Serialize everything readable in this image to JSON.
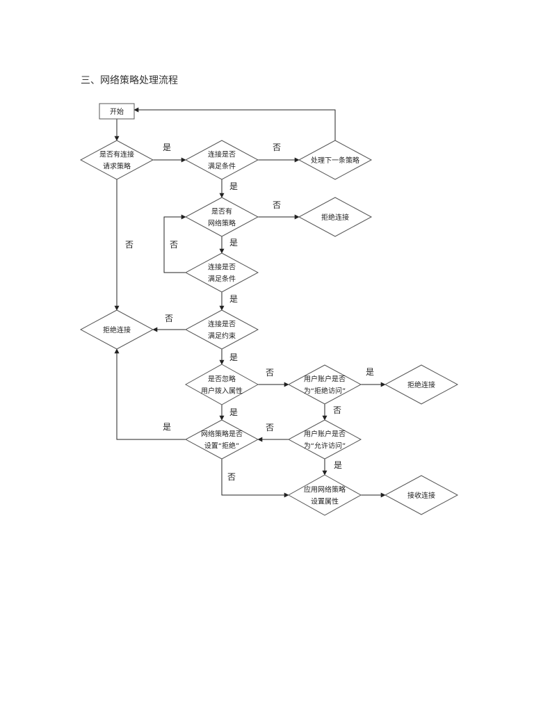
{
  "heading": "三、网络策略处理流程",
  "nodes": {
    "start": {
      "lines": [
        "开始"
      ]
    },
    "has_policy": {
      "lines": [
        "是否有连接",
        "请求策略"
      ]
    },
    "cond1": {
      "lines": [
        "连接是否",
        "满足条件"
      ]
    },
    "next_policy": {
      "lines": [
        "处理下一条策略"
      ]
    },
    "has_net": {
      "lines": [
        "是否有",
        "网络策略"
      ]
    },
    "reject1": {
      "lines": [
        "拒绝连接"
      ]
    },
    "cond2": {
      "lines": [
        "连接是否",
        "满足条件"
      ]
    },
    "constraint": {
      "lines": [
        "连接是否",
        "满足约束"
      ]
    },
    "reject_left": {
      "lines": [
        "拒绝连接"
      ]
    },
    "ignore_dial": {
      "lines": [
        "是否忽略",
        "用户拨入属性"
      ]
    },
    "deny_access": {
      "lines": [
        "用户账户是否",
        "为“拒绝访问”"
      ]
    },
    "reject2": {
      "lines": [
        "拒绝连接"
      ]
    },
    "policy_deny": {
      "lines": [
        "网络策略是否",
        "设置“拒绝”"
      ]
    },
    "allow_access": {
      "lines": [
        "用户账户是否",
        "为“允许访问”"
      ]
    },
    "apply": {
      "lines": [
        "应用网络策略",
        "设置属性"
      ]
    },
    "accept": {
      "lines": [
        "接收连接"
      ]
    }
  },
  "edge_labels": {
    "has_policy_yes": "是",
    "has_policy_no": "否",
    "cond1_no": "否",
    "cond1_yes": "是",
    "has_net_no": "否",
    "cond2_no": "否",
    "has_net_yes": "是",
    "cond2_yes": "是",
    "constraint_no": "否",
    "constraint_yes": "是",
    "ignore_no": "否",
    "deny_yes": "是",
    "ignore_yes": "是",
    "deny_no": "否",
    "allow_no": "否",
    "policy_deny_yes": "是",
    "allow_yes": "是",
    "policy_deny_no": "否"
  }
}
